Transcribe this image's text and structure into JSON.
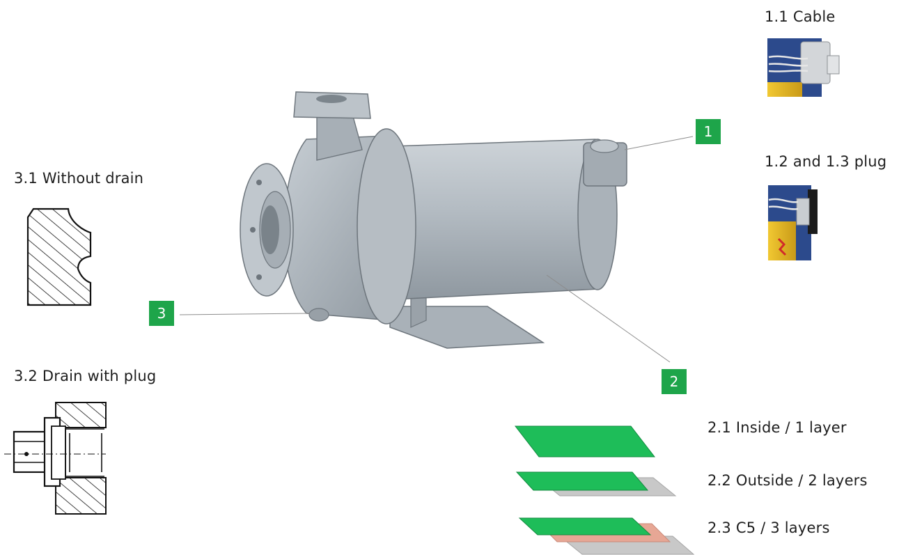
{
  "labels": {
    "cable": "1.1 Cable",
    "plug": "1.2 and 1.3 plug",
    "without_drain": "3.1 Without drain",
    "drain_with_plug": "3.2 Drain with plug",
    "coat_inside": "2.1 Inside / 1 layer",
    "coat_outside": "2.2 Outside / 2 layers",
    "coat_c5": "2.3 C5 / 3 layers"
  },
  "callouts": {
    "one": "1",
    "two": "2",
    "three": "3"
  },
  "colors": {
    "accent_green": "#1ea54a",
    "layer_grey": "#c8c8c8",
    "layer_copper": "#e7a795",
    "pump_body": "#aeb6bd",
    "text": "#1e1e1e"
  },
  "icons": [
    "pump-illustration",
    "cable-connection-image",
    "plug-connection-image",
    "without-drain-section",
    "drain-plug-section"
  ]
}
